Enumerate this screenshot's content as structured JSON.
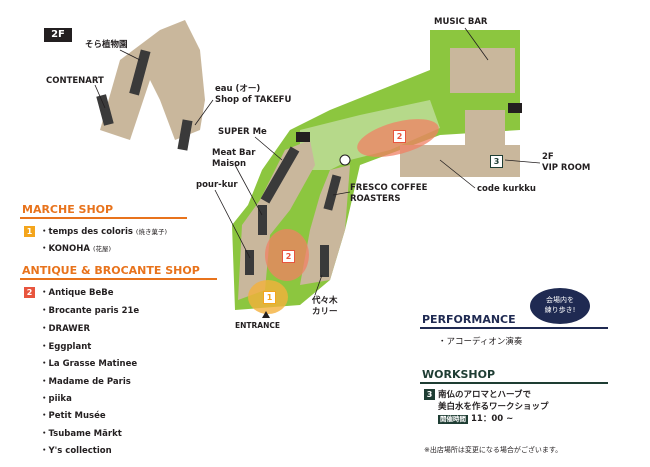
{
  "floor": "2F",
  "map_labels": {
    "sora": "そら植物園",
    "contenart": "CONTENART",
    "eau_line1": "eau (オー)",
    "eau_line2": "Shop of TAKEFU",
    "superme": "SUPER Me",
    "meatbar_line1": "Meat Bar",
    "meatbar_line2": "Maison",
    "pourkur": "pour-kur",
    "fresco_line1": "FRESCO COFFEE",
    "fresco_line2": "ROASTERS",
    "yoyogi_line1": "代々木",
    "yoyogi_line2": "カリー",
    "entrance": "ENTRANCE",
    "musicbar": "MUSIC BAR",
    "vip_line1": "2F",
    "vip_line2": "VIP ROOM",
    "codekurkku": "code kurkku",
    "marker1": "1",
    "marker2a": "2",
    "marker2b": "2",
    "marker3": "3"
  },
  "marche": {
    "title": "MARCHE SHOP",
    "number": "1",
    "items": [
      {
        "name": "・temps des coloris",
        "note": "(焼き菓子)"
      },
      {
        "name": "・KONOHA",
        "note": "(花屋)"
      }
    ]
  },
  "antique": {
    "title": "ANTIQUE & BROCANTE SHOP",
    "number": "2",
    "items": [
      "・Antique BeBe",
      "・Brocante paris 21e",
      "・DRAWER",
      "・Eggplant",
      "・La Grasse Matinee",
      "・Madame de Paris",
      "・piika",
      "・Petit Musée",
      "・Tsubame Märkt",
      "・Y's collection"
    ]
  },
  "performance": {
    "title": "PERFORMANCE",
    "item": "・アコーディオン演奏",
    "bubble_line1": "会場内を",
    "bubble_line2": "練り歩き!"
  },
  "workshop": {
    "title": "WORKSHOP",
    "number": "3",
    "line1": "南仏のアロマとハーブで",
    "line2": "美白水を作るワークショップ",
    "time_label": "開催時間",
    "time": "11：00 ~"
  },
  "footnote": "※出店場所は変更になる場合がございます。",
  "colors": {
    "green": "#8cc63f",
    "tan": "#c9b79c",
    "dark": "#3a3a3a",
    "orange": "#e8731c",
    "navy": "#1f2a52",
    "dark_green": "#1e3d33"
  }
}
